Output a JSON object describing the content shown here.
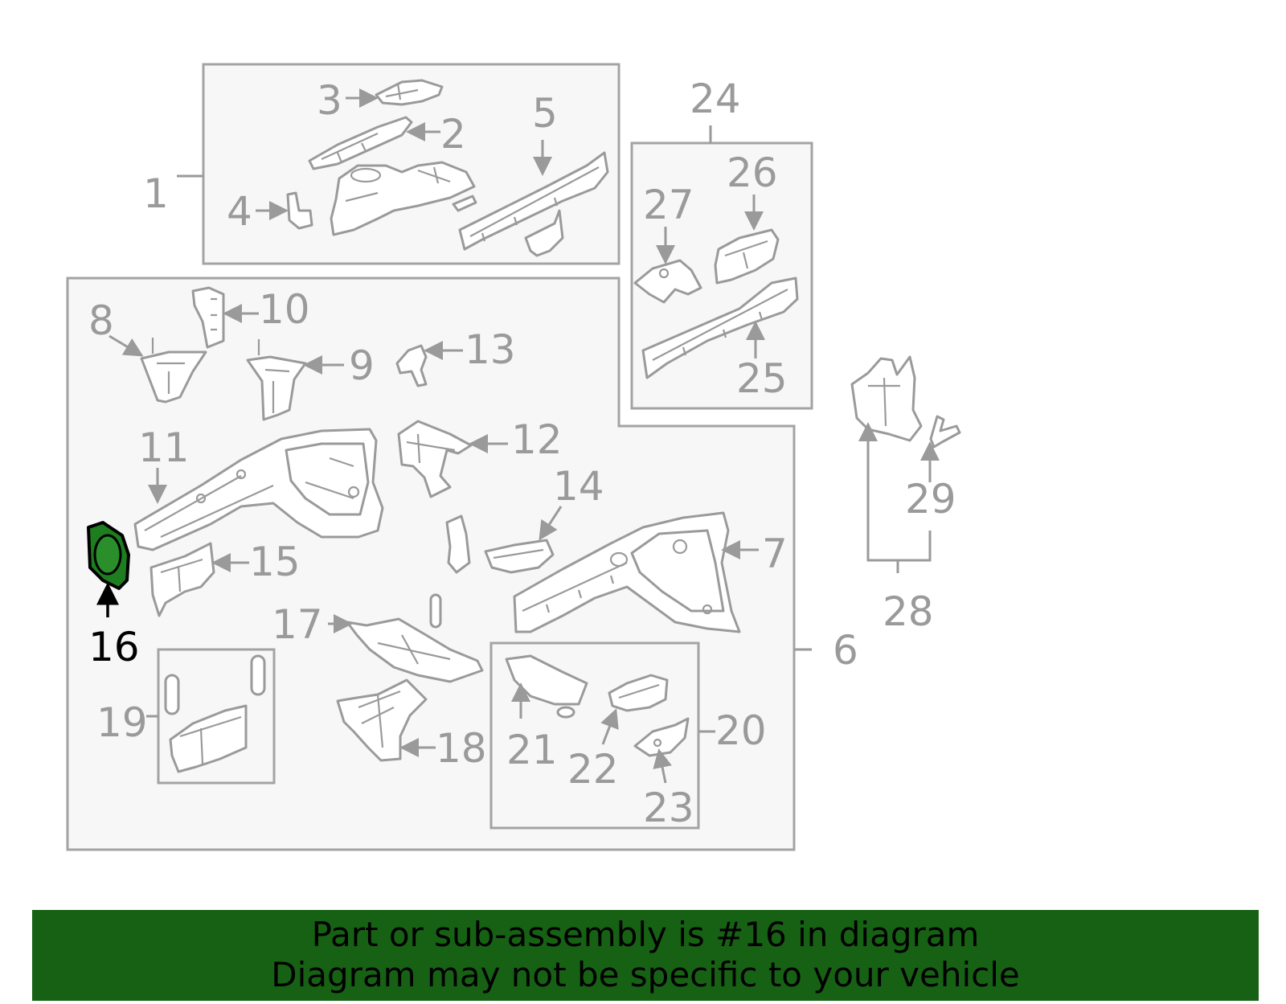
{
  "diagram": {
    "callouts": [
      "1",
      "2",
      "3",
      "4",
      "5",
      "6",
      "7",
      "8",
      "9",
      "10",
      "11",
      "12",
      "13",
      "14",
      "15",
      "16",
      "17",
      "18",
      "19",
      "20",
      "21",
      "22",
      "23",
      "24",
      "25",
      "26",
      "27",
      "28",
      "29"
    ],
    "highlighted_part": "16",
    "colors": {
      "highlight_fill": "#1e7d1e",
      "line_gray": "#9a9a9a",
      "box_fill": "#f7f7f7",
      "banner_bg": "#176114"
    }
  },
  "banner": {
    "line1": "Part or sub-assembly is #16 in diagram",
    "line2": "Diagram may not be specific to your vehicle"
  }
}
